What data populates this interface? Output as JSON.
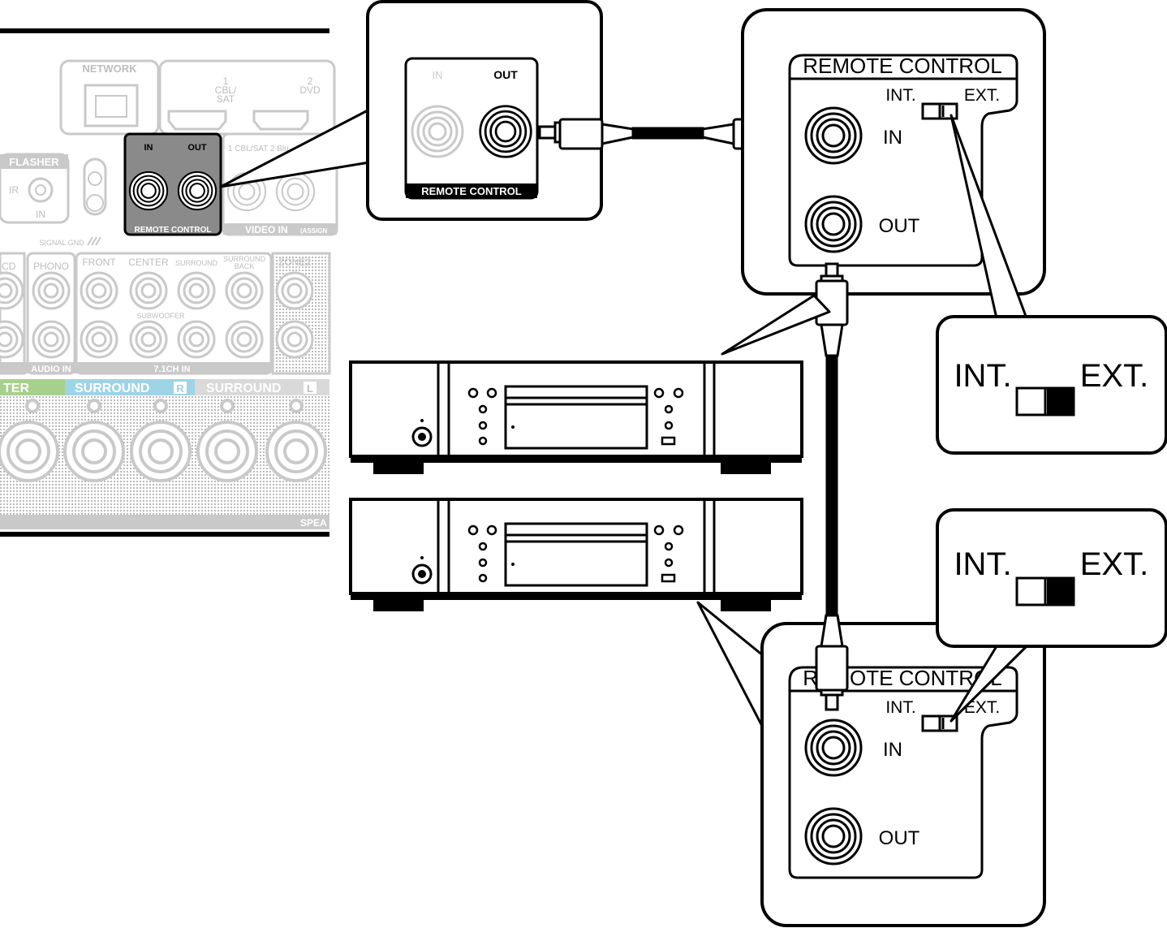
{
  "receiver": {
    "network": "NETWORK",
    "hdmi1_num": "1",
    "hdmi1_l1": "CBL/",
    "hdmi1_l2": "SAT",
    "hdmi2_num": "2",
    "hdmi2_name": "DVD",
    "flasher": "FLASHER",
    "ir": "IR",
    "in": "IN",
    "signal_gnd": "SIGNAL GND",
    "rc_in": "IN",
    "rc_out": "OUT",
    "remote_control": "REMOTE CONTROL",
    "video_in_labels": "1 CBL/SAT  2 Blu",
    "video_in": "VIDEO IN",
    "video_in_suffix": "(ASSIGN",
    "cd": "CD",
    "phono": "PHONO",
    "front": "FRONT",
    "center": "CENTER",
    "surround": "SURROUND",
    "surround_back_1": "SURROUND",
    "surround_back_2": "BACK",
    "zone2": "ZONE2",
    "subwoofer": "SUBWOOFER",
    "audio_in": "AUDIO IN",
    "ch71_in": "7.1CH IN",
    "spk_center": "TER",
    "spk_surround_r": "SURROUND",
    "spk_r": "R",
    "spk_surround_l": "SURROUND",
    "spk_l": "L",
    "speakers": "SPEA"
  },
  "zoom_receiver": {
    "in": "IN",
    "out": "OUT",
    "remote_control": "REMOTE CONTROL"
  },
  "device_panel_top": {
    "title": "REMOTE CONTROL",
    "int": "INT.",
    "ext": "EXT.",
    "in": "IN",
    "out": "OUT"
  },
  "device_panel_bottom": {
    "title": "REMOTE CONTROL",
    "int": "INT.",
    "ext": "EXT.",
    "in": "IN",
    "out": "OUT"
  },
  "switch_callout_top": {
    "int": "INT.",
    "ext": "EXT."
  },
  "switch_callout_bottom": {
    "int": "INT.",
    "ext": "EXT."
  },
  "colors": {
    "line": "#000000",
    "gray": "#bdbdbd",
    "panel_gray": "#d9d9d9",
    "green_band": "#a8d08d",
    "blue_band": "#9fd3e6",
    "orange_band": "#f6b26b"
  }
}
